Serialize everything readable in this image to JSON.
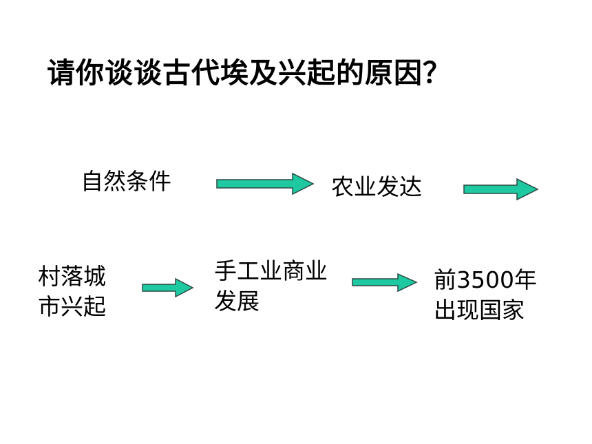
{
  "title": "请你谈谈古代埃及兴起的原因？",
  "flow": {
    "step1": "自然条件",
    "step2": "农业发达",
    "step3": [
      "村落城",
      "市兴起"
    ],
    "step4": [
      "手工业商业",
      "发展"
    ],
    "step5": [
      "前3500年",
      "出现国家"
    ]
  },
  "colors": {
    "arrow_fill": "#1ec8a0",
    "arrow_stroke": "#2b4a43"
  }
}
